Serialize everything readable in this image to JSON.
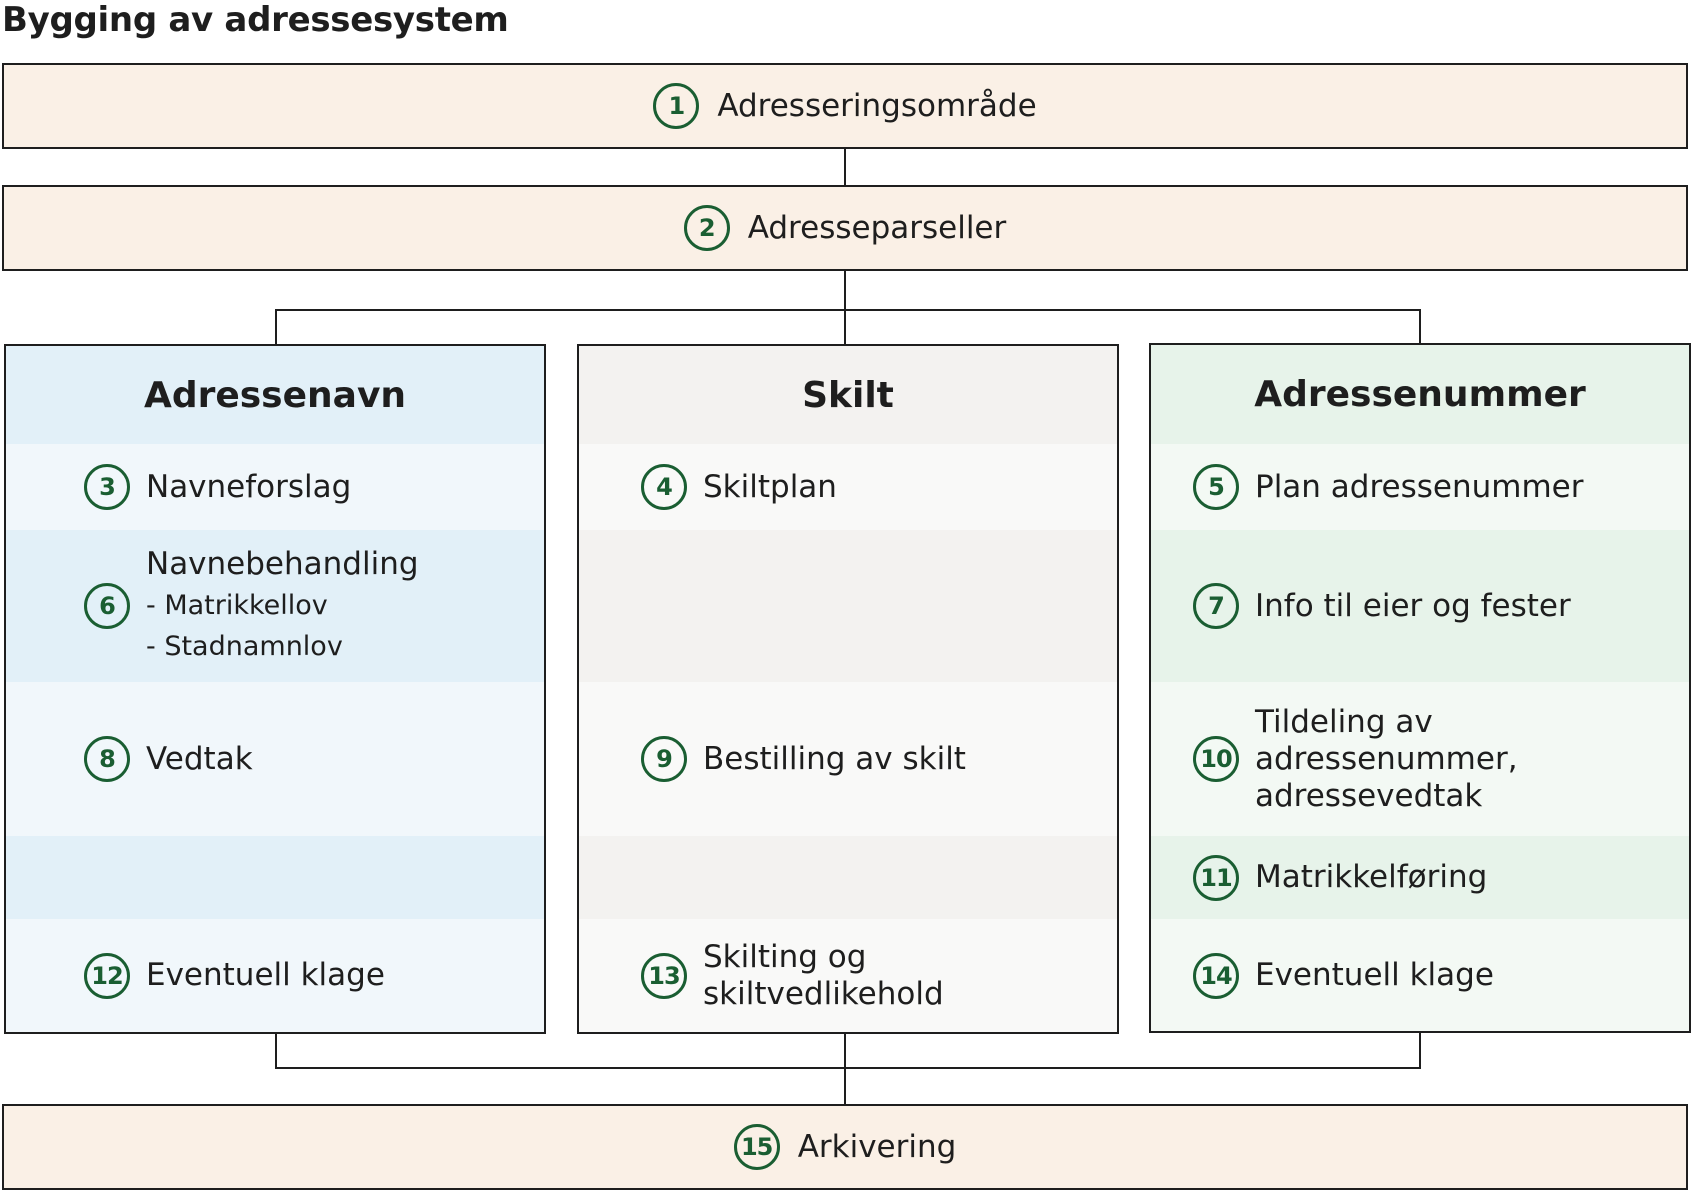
{
  "title": "Bygging av adressesystem",
  "top_steps": [
    {
      "num": "1",
      "label": "Adresseringsområde"
    },
    {
      "num": "2",
      "label": "Adresseparseller"
    }
  ],
  "columns": [
    {
      "heading": "Adressenavn",
      "steps": {
        "s3": {
          "num": "3",
          "label": "Navneforslag"
        },
        "s6": {
          "num": "6",
          "label": "Navnebehandling",
          "sub1": "- Matrikkellov",
          "sub2": "- Stadnamnlov"
        },
        "s8": {
          "num": "8",
          "label": "Vedtak"
        },
        "s12": {
          "num": "12",
          "label": "Eventuell klage"
        }
      }
    },
    {
      "heading": "Skilt",
      "steps": {
        "s4": {
          "num": "4",
          "label": "Skiltplan"
        },
        "s9": {
          "num": "9",
          "label": "Bestilling av skilt"
        },
        "s13": {
          "num": "13",
          "line1": "Skilting og",
          "line2": "skiltvedlikehold"
        }
      }
    },
    {
      "heading": "Adressenummer",
      "steps": {
        "s5": {
          "num": "5",
          "label": "Plan adressenummer"
        },
        "s7": {
          "num": "7",
          "label": "Info til eier og fester"
        },
        "s10": {
          "num": "10",
          "line1": "Tildeling av",
          "line2": "adressenummer,",
          "line3": "adressevedtak"
        },
        "s11": {
          "num": "11",
          "label": "Matrikkelføring"
        },
        "s14": {
          "num": "14",
          "label": "Eventuell klage"
        }
      }
    }
  ],
  "bottom_step": {
    "num": "15",
    "label": "Arkivering"
  },
  "colors": {
    "accent_green": "#1a5e32",
    "band_bg": "#faf0e6",
    "adressenavn_bg": "#e2f0f8",
    "skilt_bg": "#f3f2f0",
    "adressenummer_bg": "#e7f3ea"
  }
}
